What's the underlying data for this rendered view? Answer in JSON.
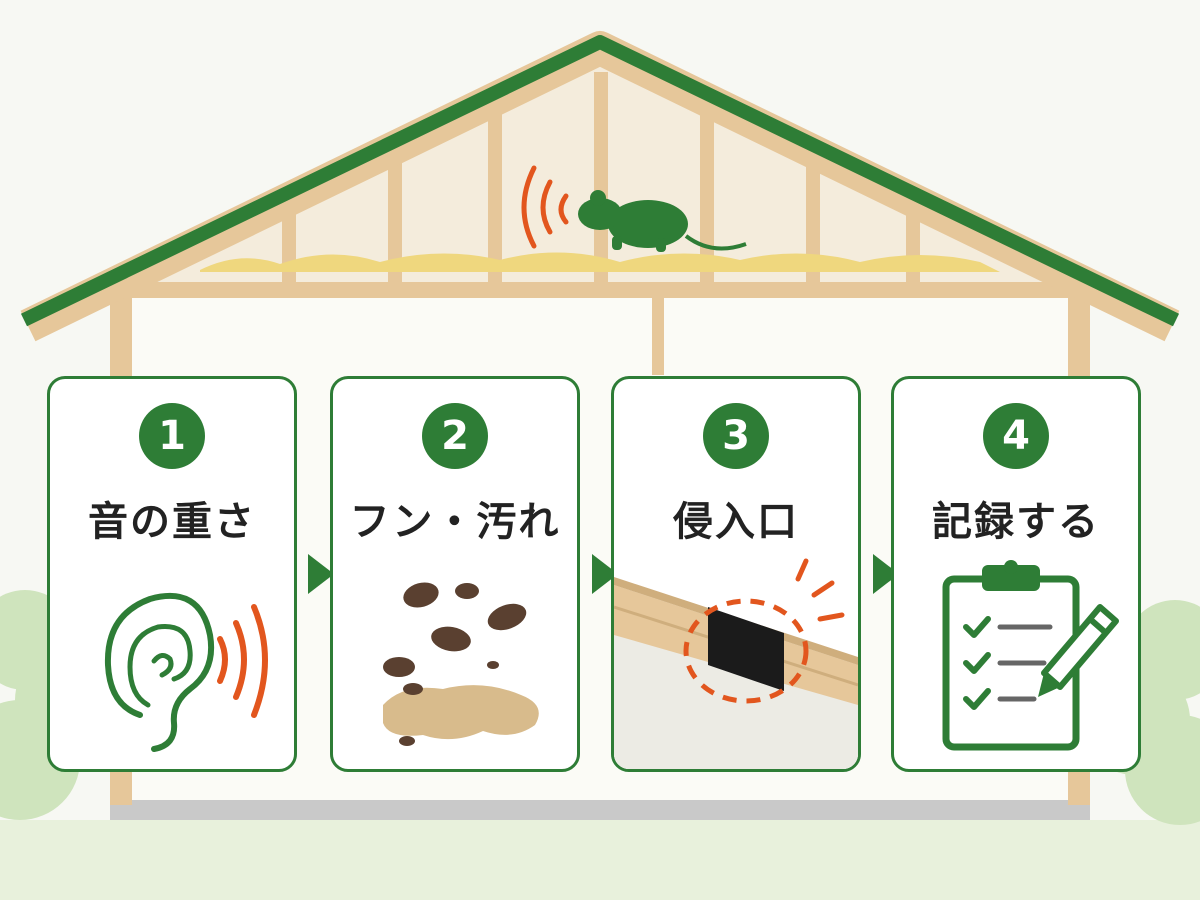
{
  "steps": [
    {
      "number": "1",
      "title": "音の重さ",
      "icon": "ear-icon"
    },
    {
      "number": "2",
      "title": "フン・汚れ",
      "icon": "droppings-icon"
    },
    {
      "number": "3",
      "title": "侵入口",
      "icon": "entry-hole-icon"
    },
    {
      "number": "4",
      "title": "記録する",
      "icon": "clipboard-icon"
    }
  ],
  "colors": {
    "brand_green": "#2e7d36",
    "accent_orange": "#e2561e",
    "wood": "#e6c79a"
  }
}
